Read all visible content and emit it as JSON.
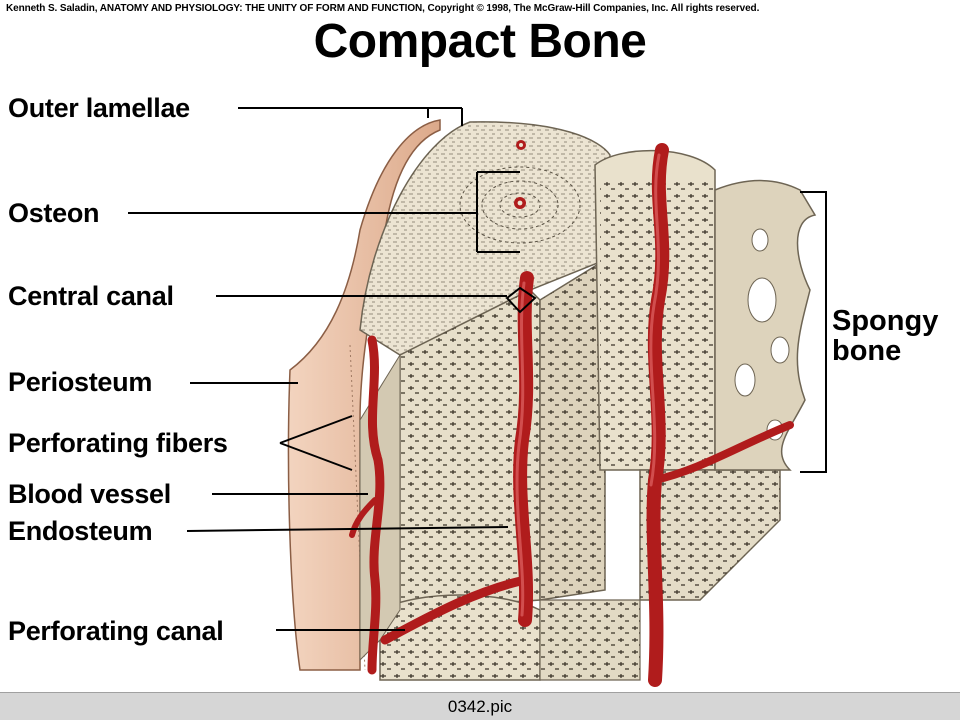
{
  "header": {
    "copyright": "Kenneth S. Saladin, ANATOMY AND PHYSIOLOGY: THE UNITY OF FORM AND FUNCTION, Copyright © 1998, The McGraw-Hill Companies, Inc.  All rights reserved.",
    "title": "Compact Bone"
  },
  "labels": {
    "outer_lamellae": "Outer lamellae",
    "osteon": "Osteon",
    "central_canal": "Central canal",
    "periosteum": "Periosteum",
    "perforating_fibers": "Perforating fibers",
    "blood_vessel": "Blood vessel",
    "endosteum": "Endosteum",
    "perforating_canal": "Perforating canal",
    "spongy_line1": "Spongy",
    "spongy_line2": "bone"
  },
  "colors": {
    "bone": "#ece4d2",
    "bone_shadow": "#cfc5ae",
    "vessel": "#b01c1c",
    "periosteum": "#e9bfa3",
    "lamella_mark": "#3a3328"
  },
  "status": {
    "filename": "0342.pic"
  }
}
